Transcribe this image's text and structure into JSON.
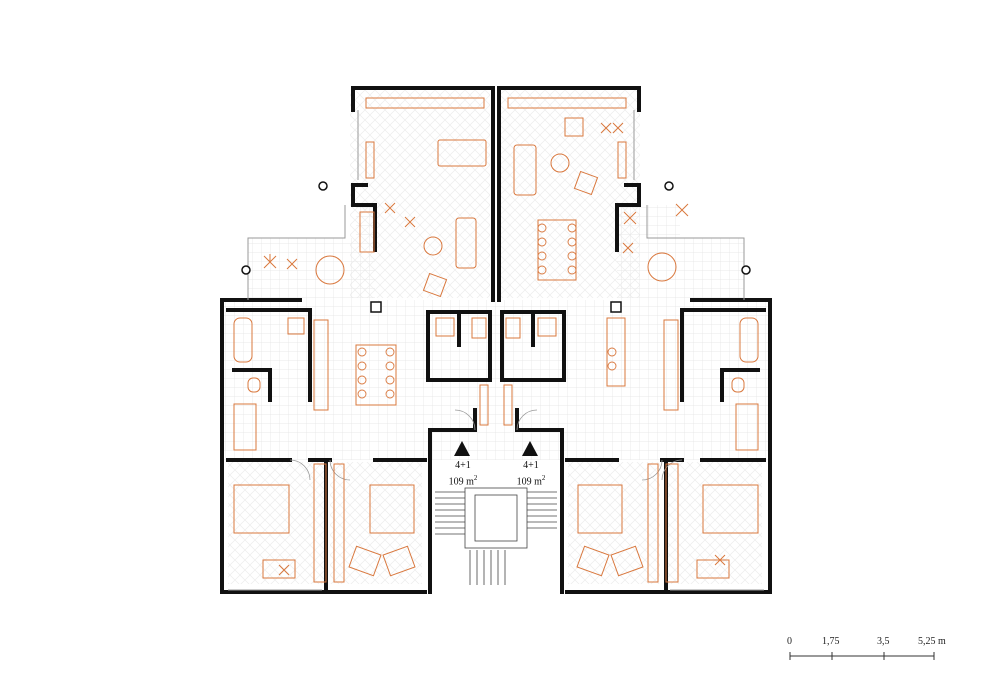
{
  "units": [
    {
      "type": "4+1",
      "area_value": "109",
      "area_unit": "m",
      "area_exp": "2"
    },
    {
      "type": "4+1",
      "area_value": "109",
      "area_unit": "m",
      "area_exp": "2"
    }
  ],
  "scale_bar": {
    "labels": [
      "0",
      "1,75",
      "3,5",
      "5,25 m"
    ]
  },
  "colors": {
    "wall": "#111111",
    "furniture": "#d9783e",
    "tile": "#e2e2e2",
    "parquet": "#ececec"
  }
}
